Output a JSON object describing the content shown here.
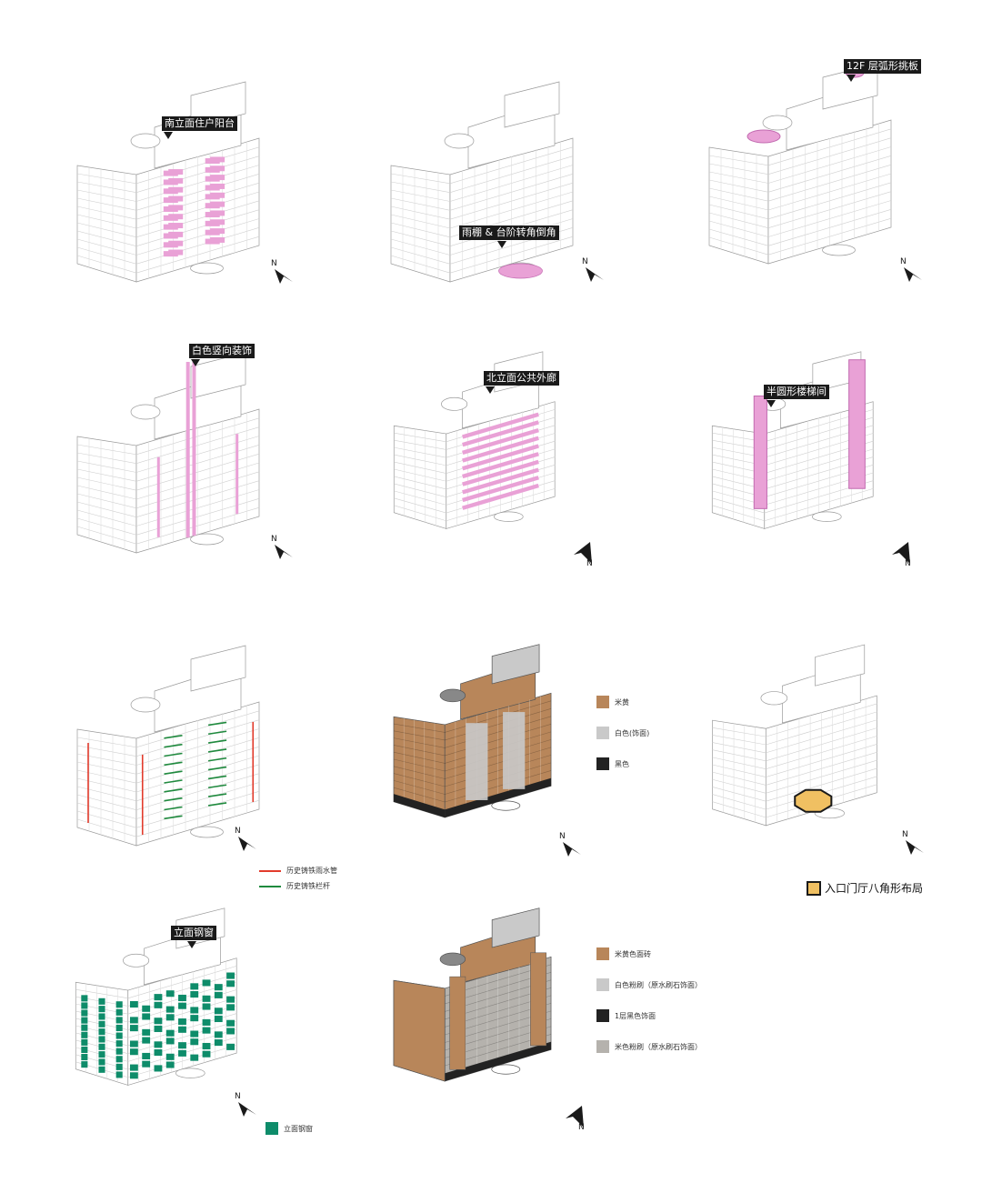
{
  "colors": {
    "highlight_pink": "#e9a1d6",
    "line_gray": "#9a9a9a",
    "tag_bg": "#1a1a1a",
    "pipe_red": "#e23b2c",
    "railing_green": "#1f8a3e",
    "steel_window_green": "#0e8c6a",
    "octagon_yellow": "#f0c062",
    "brick_tan": "#b8865a",
    "white_finish": "#c9c9c9",
    "black_base": "#222222",
    "beige_finish": "#b5b2ad"
  },
  "panels": {
    "p1": {
      "tag": "南立面住户阳台",
      "north": "N",
      "icon": "north-arrow-icon"
    },
    "p2": {
      "tag": "雨棚 & 台阶转角倒角",
      "north": "N",
      "icon": "north-arrow-icon"
    },
    "p3": {
      "tag": "12F 层弧形挑板",
      "north": "N",
      "icon": "north-arrow-icon"
    },
    "p4": {
      "tag": "白色竖向装饰",
      "north": "N",
      "icon": "north-arrow-icon"
    },
    "p5": {
      "tag": "北立面公共外廊",
      "north": "N",
      "icon": "north-arrow-icon"
    },
    "p6": {
      "tag": "半圆形楼梯间",
      "north": "N",
      "icon": "north-arrow-icon"
    },
    "p7": {
      "north": "N",
      "icon": "north-arrow-icon"
    },
    "p8": {
      "north": "N",
      "icon": "north-arrow-icon"
    },
    "p9": {
      "north": "N",
      "icon": "north-arrow-icon"
    },
    "p10": {
      "tag": "立面钢窗",
      "north": "N",
      "icon": "north-arrow-icon"
    },
    "p11": {
      "north": "N",
      "icon": "north-arrow-icon"
    }
  },
  "legends": {
    "p7": [
      {
        "label": "历史铸铁雨水管",
        "color": "#e23b2c"
      },
      {
        "label": "历史铸铁栏杆",
        "color": "#1f8a3e"
      }
    ],
    "p8": [
      {
        "label": "米黄",
        "color": "#b8865a"
      },
      {
        "label": "白色(饰面)",
        "color": "#c9c9c9"
      },
      {
        "label": "黑色",
        "color": "#222222"
      }
    ],
    "p9": [
      {
        "label": "入口门厅八角形布局",
        "color": "#f0c062"
      }
    ],
    "p10": [
      {
        "label": "立面钢窗",
        "color": "#0e8c6a"
      }
    ],
    "p11": [
      {
        "label": "米黄色面砖",
        "color": "#b8865a"
      },
      {
        "label": "白色粉刷（原水刷石饰面）",
        "color": "#c9c9c9"
      },
      {
        "label": "1层黑色饰面",
        "color": "#222222"
      },
      {
        "label": "米色粉刷（原水刷石饰面）",
        "color": "#b5b2ad"
      }
    ]
  }
}
